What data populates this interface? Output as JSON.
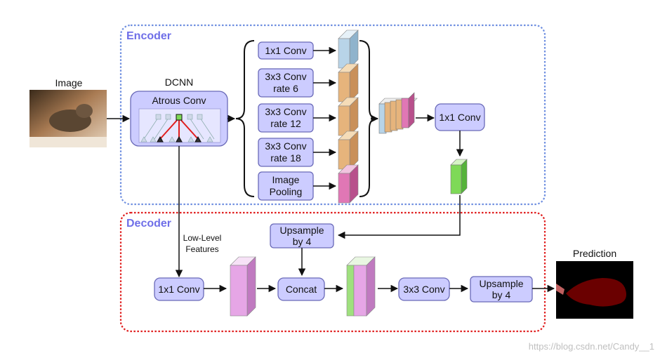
{
  "encoder": {
    "title": "Encoder",
    "color": "#6f8fe0"
  },
  "decoder": {
    "title": "Decoder",
    "color": "#e01e1e"
  },
  "input_label": "Image",
  "dcnn": {
    "label": "DCNN",
    "box": "Atrous Conv"
  },
  "aspp": [
    {
      "line1": "1x1 Conv",
      "line2": ""
    },
    {
      "line1": "3x3 Conv",
      "line2": "rate 6"
    },
    {
      "line1": "3x3 Conv",
      "line2": "rate 12"
    },
    {
      "line1": "3x3 Conv",
      "line2": "rate 18"
    },
    {
      "line1": "Image",
      "line2": "Pooling"
    }
  ],
  "encoder_conv": "1x1 Conv",
  "low_level_label": {
    "line1": "Low-Level",
    "line2": "Features"
  },
  "decoder_nodes": {
    "upsample_top": {
      "line1": "Upsample",
      "line2": "by 4"
    },
    "conv1x1": "1x1 Conv",
    "concat": "Concat",
    "conv3x3": "3x3 Conv",
    "upsample_out": {
      "line1": "Upsample",
      "line2": "by 4"
    }
  },
  "output_label": "Prediction",
  "watermark": "https://blog.csdn.net/Candy__1",
  "colors": {
    "node_fill": "#ccccff",
    "conv_1x1": "#b8d4e8",
    "conv_3x3": "#e6b47c",
    "pooling": "#e077b5",
    "encoder_out": "#7ed957",
    "low_level_feat": "#e6a6e6",
    "concat_green": "#9fe07e"
  }
}
